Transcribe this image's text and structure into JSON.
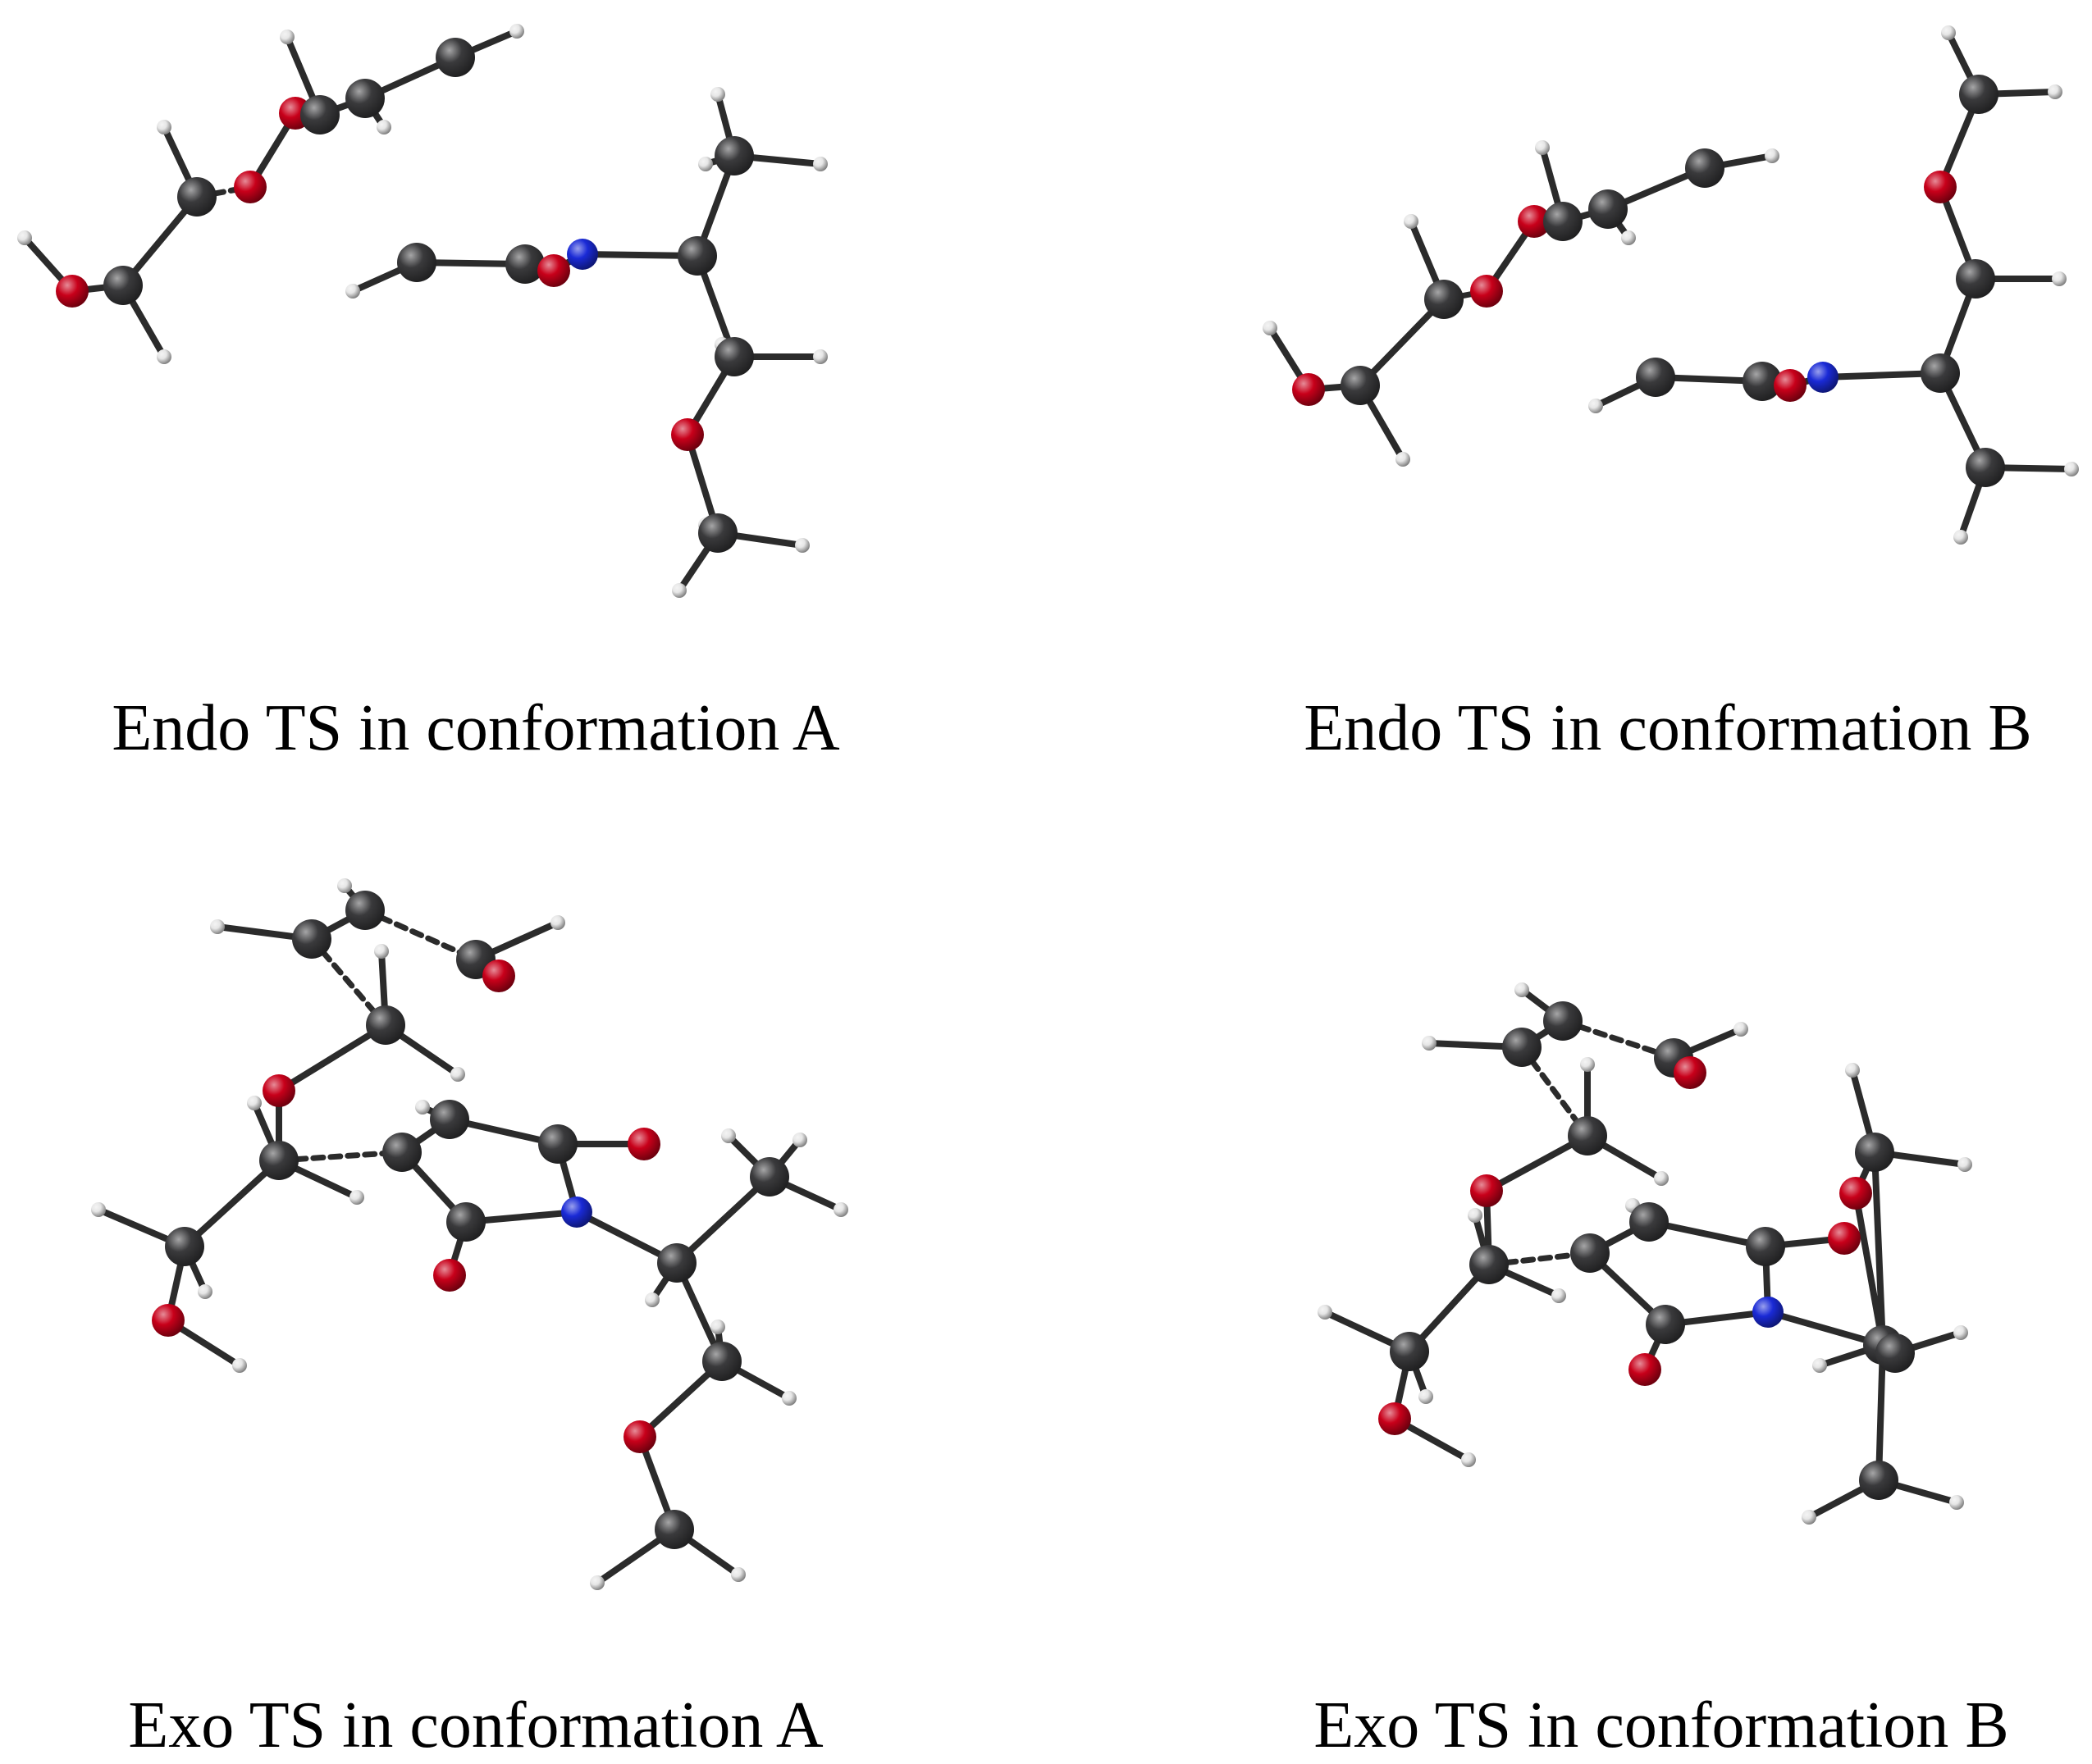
{
  "figure": {
    "panels": [
      {
        "caption": "Endo TS in conformation A"
      },
      {
        "caption": "Endo TS in conformation B"
      },
      {
        "caption": "Exo TS in conformation A"
      },
      {
        "caption": "Exo TS in conformation B"
      }
    ],
    "element_colors": {
      "C": "#3a3a3c",
      "O": "#c8001a",
      "N": "#1a2ad6",
      "H": "#e6e6e6",
      "bond": "#2b2b2b"
    }
  }
}
